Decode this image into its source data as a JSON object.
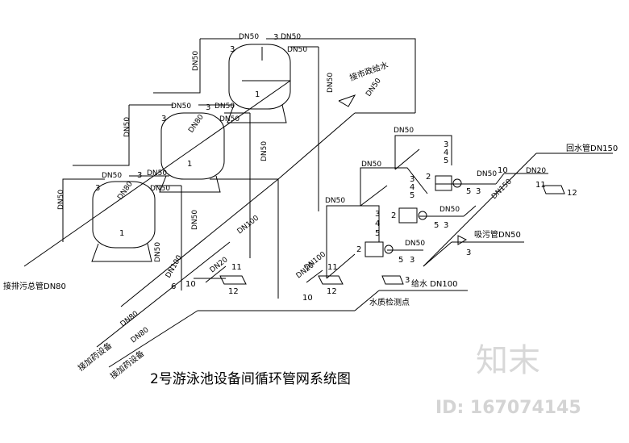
{
  "title": "2号游泳池设备间循环管网系统图",
  "watermark": {
    "logo": "知末",
    "id": "ID: 167074145"
  },
  "labels": {
    "city_water": "接市政给水",
    "drain_main": "接排污总管DN80",
    "to_dosing_1": "接加药设备",
    "to_dosing_2": "接加药设备",
    "return_pipe": "回水管DN150",
    "suction_pipe": "吸污管DN50",
    "supply": "给水 DN100",
    "quality_point": "水质检测点"
  },
  "dims": {
    "dn50": "DN50",
    "dn80": "DN80",
    "dn100": "DN100",
    "dn20": "DN20",
    "dn150": "DN150"
  },
  "numbers": {
    "n1": "1",
    "n2": "2",
    "n3": "3",
    "n4": "4",
    "n5": "5",
    "n6": "6",
    "n10": "10",
    "n11": "11",
    "n12": "12"
  }
}
